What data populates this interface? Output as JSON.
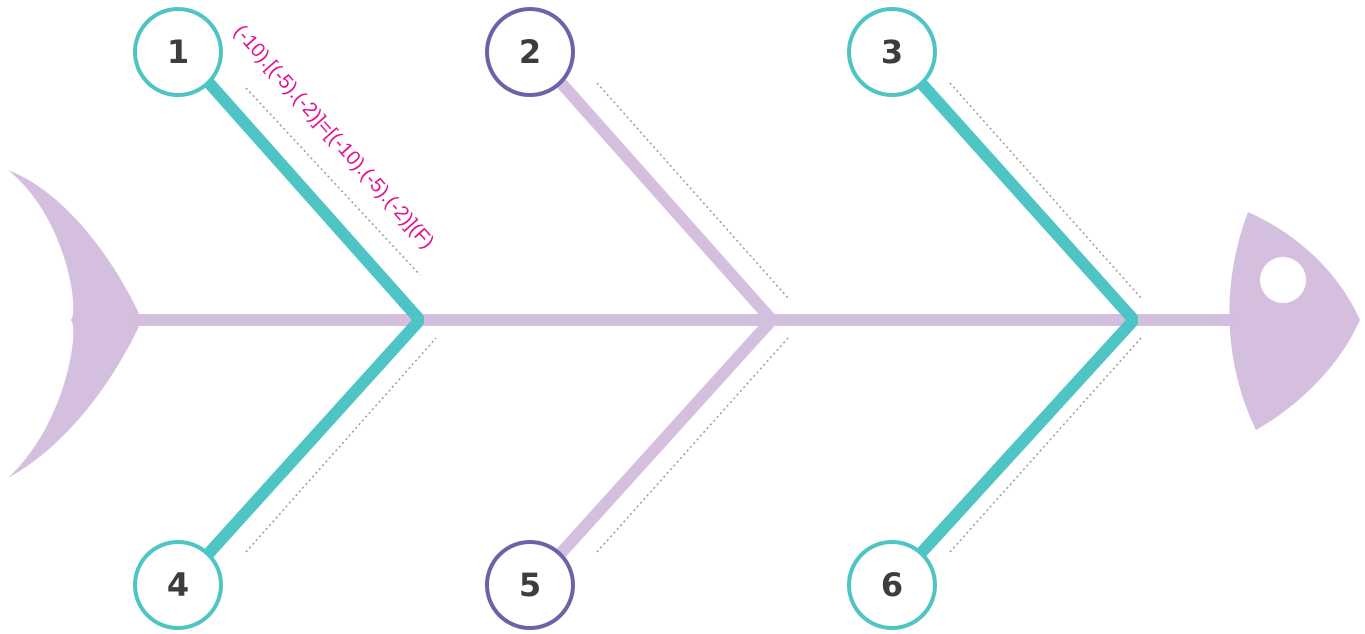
{
  "colors": {
    "spine": "#d4bfdf",
    "teal": "#4ec4c4",
    "lilac": "#d4bfdf",
    "indigo": "#6b62a8",
    "formula": "#e0158e",
    "dotted": "#9a9a9a",
    "label_text": "#3d3d3d"
  },
  "nodes": [
    {
      "label": "1",
      "color_key": "teal"
    },
    {
      "label": "2",
      "color_key": "indigo"
    },
    {
      "label": "3",
      "color_key": "teal"
    },
    {
      "label": "4",
      "color_key": "teal"
    },
    {
      "label": "5",
      "color_key": "indigo"
    },
    {
      "label": "6",
      "color_key": "teal"
    }
  ],
  "annotation": {
    "text": "(-10).[(-5).(-2)]=[(-10).(-5).(-2)](F)"
  }
}
